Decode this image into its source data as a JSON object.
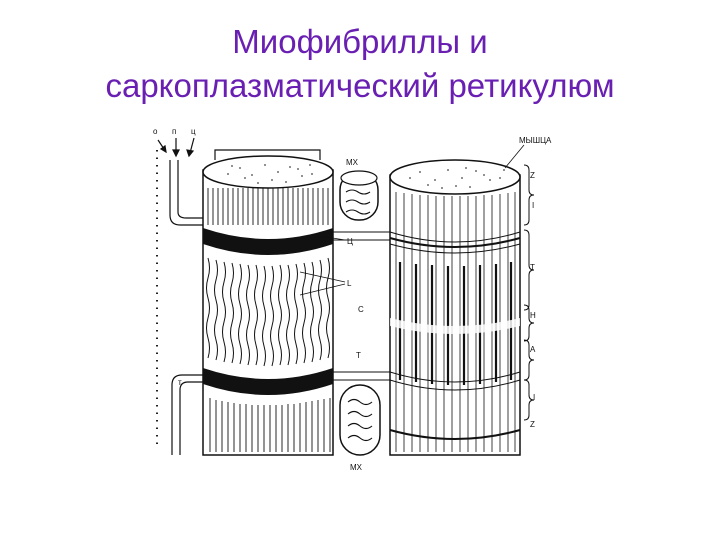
{
  "slide": {
    "title_line1": "Миофибриллы и",
    "title_line2": "саркоплазматический ретикулюм",
    "title_color": "#6a1fb3"
  },
  "diagram": {
    "top_labels": [
      "о",
      "п",
      "ц"
    ],
    "mx_top": "МХ",
    "mx_bottom": "МХ",
    "muscle_label": "МЫШЦА",
    "left_labels": [
      "т"
    ],
    "middle_labels": [
      "Ц",
      "L",
      "С",
      "Т"
    ],
    "right_labels": [
      "Z",
      "I",
      "T",
      "H",
      "A",
      "I",
      "Z"
    ]
  }
}
